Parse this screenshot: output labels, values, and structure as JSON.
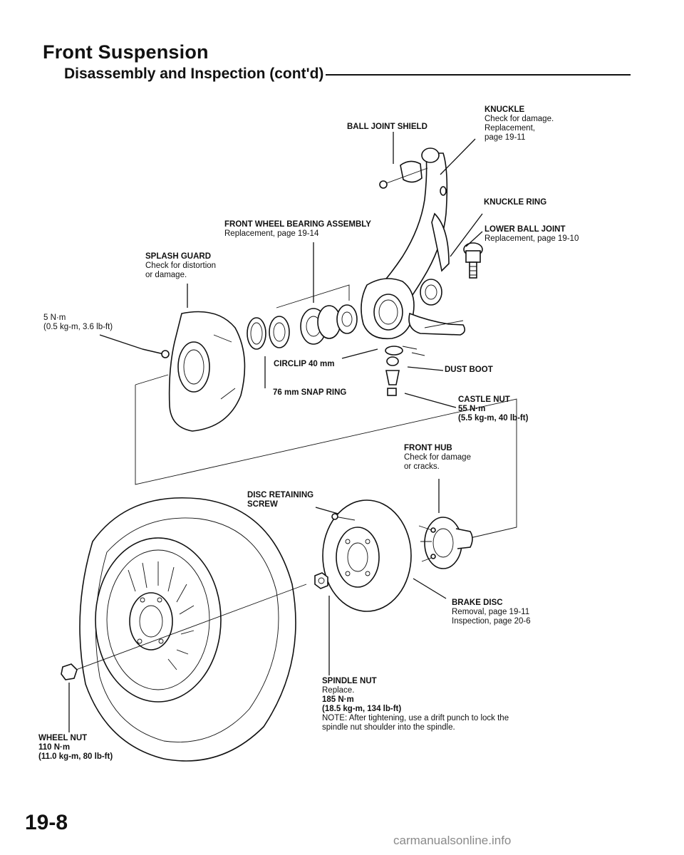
{
  "header": {
    "title": "Front Suspension",
    "subtitle": "Disassembly and Inspection (cont'd)"
  },
  "labels": {
    "ball_joint_shield": {
      "title": "BALL JOINT SHIELD"
    },
    "knuckle": {
      "title": "KNUCKLE",
      "lines": [
        "Check for damage.",
        "Replacement,",
        "page 19-11"
      ]
    },
    "knuckle_ring": {
      "title": "KNUCKLE RING"
    },
    "front_wheel_bearing": {
      "title": "FRONT WHEEL BEARING ASSEMBLY",
      "lines": [
        "Replacement, page 19-14"
      ]
    },
    "lower_ball_joint": {
      "title": "LOWER BALL JOINT",
      "lines": [
        "Replacement, page 19-10"
      ]
    },
    "splash_guard": {
      "title": "SPLASH GUARD",
      "lines": [
        "Check for distortion",
        "or damage."
      ]
    },
    "splash_bolt_torque": {
      "lines": [
        "5 N·m",
        "(0.5 kg-m, 3.6 lb-ft)"
      ]
    },
    "circlip": {
      "title": "CIRCLIP 40 mm"
    },
    "dust_boot": {
      "title": "DUST BOOT"
    },
    "snap_ring": {
      "title": "76 mm SNAP RING"
    },
    "castle_nut": {
      "title": "CASTLE NUT",
      "lines": [
        "55 N·m",
        "(5.5 kg-m, 40 lb-ft)"
      ]
    },
    "front_hub": {
      "title": "FRONT HUB",
      "lines": [
        "Check for damage",
        "or cracks."
      ]
    },
    "disc_retaining_screw": {
      "title": "DISC RETAINING",
      "title2": "SCREW"
    },
    "brake_disc": {
      "title": "BRAKE DISC",
      "lines": [
        "Removal, page 19-11",
        "Inspection, page 20-6"
      ]
    },
    "spindle_nut": {
      "title": "SPINDLE NUT",
      "lines": [
        "Replace."
      ],
      "torque": "185 N·m",
      "torque2": "(18.5 kg-m, 134 lb-ft)",
      "note": [
        "NOTE: After tightening, use a drift punch to lock the",
        "spindle nut shoulder into the spindle."
      ]
    },
    "wheel_nut": {
      "title": "WHEEL NUT",
      "lines": [
        "110 N·m",
        "(11.0 kg-m, 80 lb-ft)"
      ]
    }
  },
  "page_number": "19-8",
  "watermark": "carmanualsonline.info"
}
